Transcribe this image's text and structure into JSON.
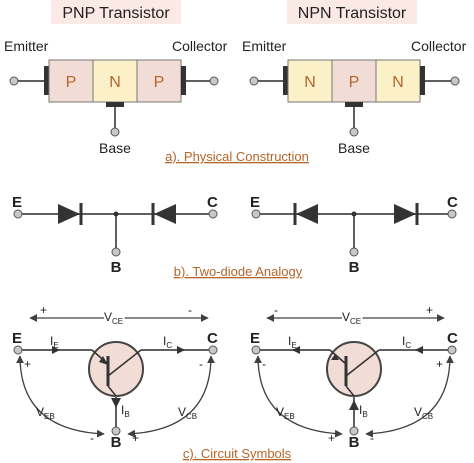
{
  "colors": {
    "caption": "#b5652a",
    "pnp_outer": "#f2dcd6",
    "pnp_middle": "#fbf0c8",
    "npn_outer": "#fbf0c8",
    "npn_middle": "#f2dcd6",
    "region_text": "#b5652a",
    "title_bg": "#fbe9e6",
    "wire": "#606060",
    "symbol_fill": "#f2dcd6"
  },
  "pnp": {
    "title": "PNP Transistor",
    "emitter_label": "Emitter",
    "collector_label": "Collector",
    "base_label": "Base",
    "regions": [
      "P",
      "N",
      "P"
    ]
  },
  "npn": {
    "title": "NPN Transistor",
    "emitter_label": "Emitter",
    "collector_label": "Collector",
    "base_label": "Base",
    "regions": [
      "N",
      "P",
      "N"
    ]
  },
  "captions": {
    "physical": "a).  Physical Construction",
    "two_diode": "b).  Two-diode Analogy",
    "symbols": "c).  Circuit Symbols"
  },
  "two_diode": {
    "left": {
      "e": "E",
      "c": "C",
      "b": "B"
    },
    "right": {
      "e": "E",
      "c": "C",
      "b": "B"
    }
  },
  "symbols": {
    "left": {
      "e": "E",
      "c": "C",
      "b": "B",
      "ie": "I",
      "ie_sub": "E",
      "ic": "I",
      "ic_sub": "C",
      "ib": "I",
      "ib_sub": "B",
      "vce": "V",
      "vce_sub": "CE",
      "veb": "V",
      "veb_sub": "EB",
      "vcb": "V",
      "vcb_sub": "CB",
      "vce_left_sign": "+",
      "vce_right_sign": "-",
      "e_sign": "+",
      "c_sign": "-",
      "b_left_sign": "-",
      "b_right_sign": "+"
    },
    "right": {
      "e": "E",
      "c": "C",
      "b": "B",
      "ie": "I",
      "ie_sub": "E",
      "ic": "I",
      "ic_sub": "C",
      "ib": "I",
      "ib_sub": "B",
      "vce": "V",
      "vce_sub": "CE",
      "veb": "V",
      "veb_sub": "EB",
      "vcb": "V",
      "vcb_sub": "CB",
      "vce_left_sign": "-",
      "vce_right_sign": "+",
      "e_sign": "-",
      "c_sign": "+",
      "b_left_sign": "+",
      "b_right_sign": "-"
    }
  }
}
